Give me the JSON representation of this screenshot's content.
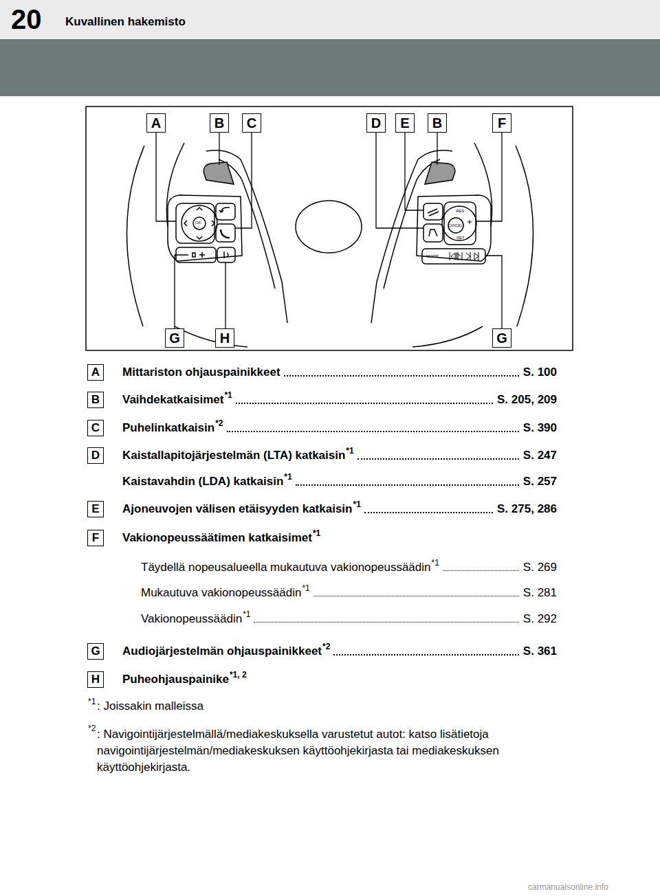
{
  "diagram": {
    "title": "Kuvallinen hakemisto",
    "nodes": [
      {
        "text": [
          "A"
        ]
      },
      {
        "text": [
          "B"
        ]
      },
      {
        "text": [
          "C"
        ]
      },
      {
        "text": [
          "D"
        ]
      },
      {
        "text": [
          "E"
        ]
      },
      {
        "text": [
          "B"
        ]
      },
      {
        "text": [
          "F"
        ]
      },
      {
        "text": [
          "G"
        ]
      },
      {
        "text": [
          "H"
        ]
      },
      {
        "text": [
          "G"
        ]
      },
      {
        "text": [
          "A"
        ]
      },
      {
        "text": [
          "B"
        ]
      },
      {
        "text": [
          "C"
        ]
      },
      {
        "text": [
          "D"
        ]
      },
      {
        "text": [
          "E"
        ]
      },
      {
        "text": [
          "F"
        ]
      },
      {
        "text": [
          "G"
        ]
      },
      {
        "text": [
          "H"
        ]
      }
    ],
    "labels": [
      "20",
      "OK",
      "RES",
      "CANCEL",
      "SET",
      "MODE",
      "Mittariston ohjauspainikkeet",
      "S. 100",
      "Vaihdekatkaisimet",
      "*1",
      "S. 205, 209",
      "Puhelinkatkaisin",
      "*2",
      "S. 390",
      "Kaistallapitojärjestelmän (LTA) katkaisin",
      "*1",
      "S. 247",
      "Kaistavahdin (LDA) katkaisin",
      "*1",
      "S. 257",
      "Ajoneuvojen välisen etäisyyden katkaisin",
      "*1",
      "S. 275, 286",
      "Vakionopeussäätimen katkaisimet",
      "*1",
      "Täydellä nopeusalueella mukautuva vakionopeussäädin",
      "*1",
      "S. 269",
      "Mukautuva vakionopeussäädin",
      "*1",
      "S. 281",
      "Vakionopeussäädin",
      "*1",
      "S. 292",
      "Audiojärjestelmän ohjauspainikkeet",
      "*2",
      "S. 361",
      "Puheohjauspainike",
      "*1, 2",
      "*1",
      ": Joissakin malleissa",
      "*2",
      ": Navigointijärjestelmällä/mediakeskuksella varustetut autot: katso lisätietoja navigointijärjestelmän/mediakeskuksen käyttöohjekirjasta tai mediakeskuksen käyttöohjekirjasta.",
      "carmanualsonline.info"
    ]
  }
}
